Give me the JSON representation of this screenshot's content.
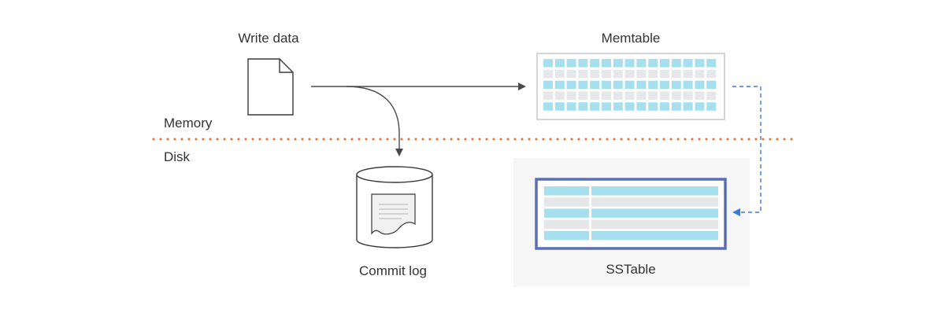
{
  "labels": {
    "write_data": "Write data",
    "memtable": "Memtable",
    "memory": "Memory",
    "disk": "Disk",
    "commit_log": "Commit log",
    "sstable": "SSTable"
  },
  "colors": {
    "cell_blue": "#a6dfed",
    "cell_gray": "#e6e7e8",
    "memtable_border": "#c7c7c7",
    "sstable_border": "#5a6fb4",
    "sstable_panel": "#f6f6f6",
    "divider": "#ef6c2b",
    "flush_arrow": "#3b78e0",
    "flow_arrow": "#4a4a4a",
    "text": "#333333"
  },
  "memtable": {
    "rows": [
      "blue",
      "gray",
      "blue",
      "gray",
      "blue"
    ],
    "cells_per_row": 15
  },
  "sstable": {
    "rows": [
      "blue",
      "gray",
      "blue",
      "gray",
      "blue"
    ]
  }
}
